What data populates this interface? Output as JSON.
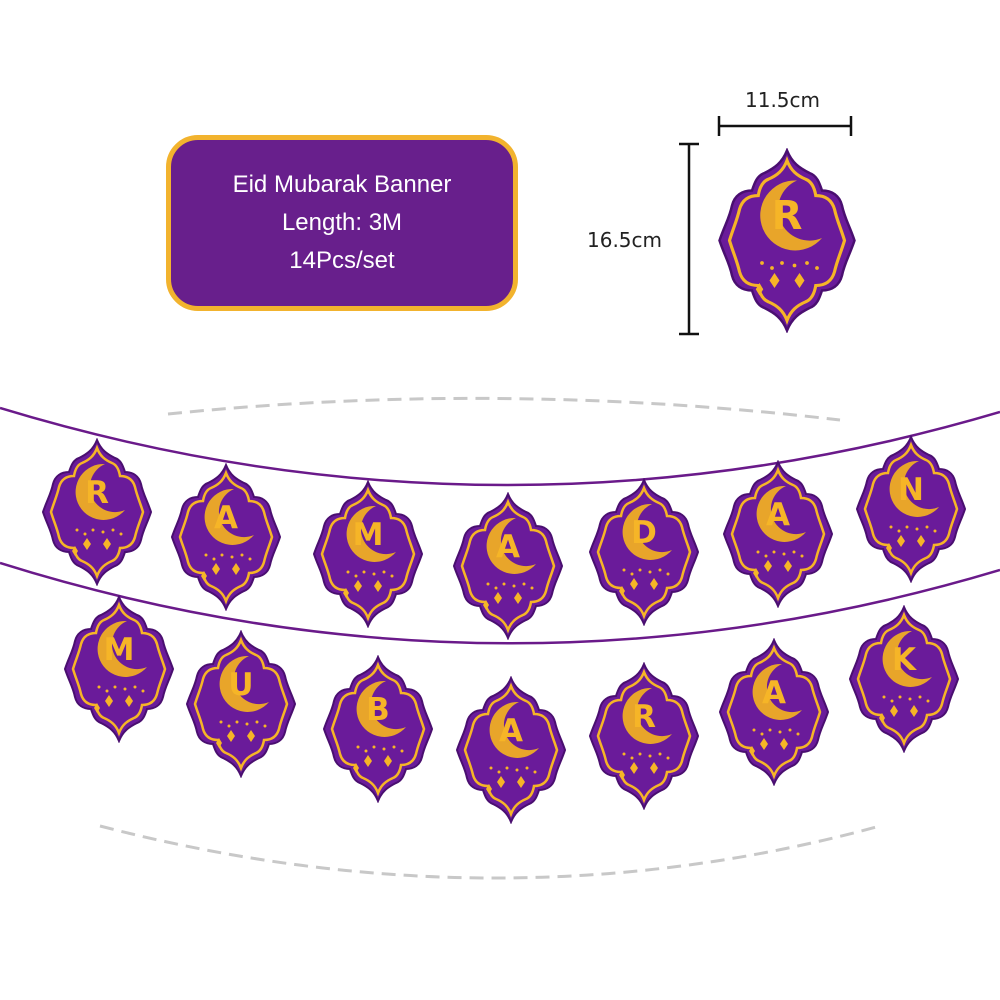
{
  "info_box": {
    "lines": [
      "Eid Mubarak Banner",
      "Length: 3M",
      "14Pcs/set"
    ],
    "background": "#681f8c",
    "border": "#f2b32e"
  },
  "dimensions": {
    "width": "11.5cm",
    "height": "16.5cm",
    "sample_letter": "R"
  },
  "banner": {
    "flag_color": "#6a1b9a",
    "accent_color": "#f6b527",
    "string_color": "#6a1a8a",
    "row1": [
      "R",
      "A",
      "M",
      "A",
      "D",
      "A",
      "N"
    ],
    "row2": [
      "M",
      "U",
      "B",
      "A",
      "R",
      "A",
      "K"
    ]
  }
}
